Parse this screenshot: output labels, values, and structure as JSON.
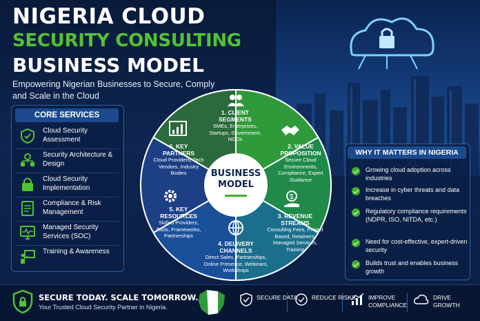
{
  "title": {
    "line1": "NIGERIA CLOUD",
    "line2": "SECURITY CONSULTING",
    "line3": "BUSINESS MODEL",
    "subtitle": "Empowering Nigerian Businesses to Secure, Comply and Scale in the Cloud"
  },
  "core_services": {
    "heading": "CORE SERVICES",
    "items": [
      {
        "label": "Cloud Security Assessment",
        "icon": "shield-check-icon"
      },
      {
        "label": "Security Architecture & Design",
        "icon": "architecture-icon"
      },
      {
        "label": "Cloud Security Implementation",
        "icon": "lock-icon"
      },
      {
        "label": "Compliance & Risk Management",
        "icon": "checklist-icon"
      },
      {
        "label": "Managed Security Services (SOC)",
        "icon": "monitor-pulse-icon"
      },
      {
        "label": "Training & Awareness",
        "icon": "presenter-icon"
      }
    ]
  },
  "wheel": {
    "center": "BUSINESS MODEL",
    "segments": [
      {
        "title": "1. CLIENT SEGMENTS",
        "desc": "SMEs, Enterprises, Startups, Government, NGOs",
        "icon": "people-icon",
        "color": "#2f9a3a"
      },
      {
        "title": "2. VALUE PROPOSITION",
        "desc": "Secure Cloud Environments, Compliance, Expert Guidance",
        "icon": "handshake-icon",
        "color": "#1f8a4a"
      },
      {
        "title": "3. REVENUE STREAMS",
        "desc": "Consulting Fees, Project Based, Retainers, Managed Services, Training",
        "icon": "money-hand-icon",
        "color": "#1b6f8c"
      },
      {
        "title": "4. DELIVERY CHANNELS",
        "desc": "Direct Sales, Partnerships, Online Presence, Webinars, Workshops",
        "icon": "globe-icon",
        "color": "#1a4f9a"
      },
      {
        "title": "5. KEY RESOURCES",
        "desc": "Skilled Providers, Tools, Frameworks, Partnerships",
        "icon": "gear-icon",
        "color": "#1d3f86"
      },
      {
        "title": "6. KEY PARTNERS",
        "desc": "Cloud Providers, Tech Vendors, Industry Bodies",
        "icon": "chart-icon",
        "color": "#2b6a3c"
      }
    ]
  },
  "why": {
    "heading": "WHY IT MATTERS IN NIGERIA",
    "items": [
      "Growing cloud adoption across industries",
      "Increase in cyber threats and data breaches",
      "Regulatory compliance requirements (NDPR, ISO, NITDA, etc.)",
      "Need for cost-effective, expert-driven security",
      "Builds trust and enables business growth"
    ]
  },
  "footer": {
    "tagline": "SECURE TODAY. SCALE TOMORROW.",
    "subline": "Your Trusted Cloud Security Partner in Nigeria.",
    "items": [
      {
        "label": "SECURE DATA",
        "icon": "shield-icon"
      },
      {
        "label": "REDUCE RISKS",
        "icon": "check-circle-icon"
      },
      {
        "label": "IMPROVE COMPLIANCE",
        "icon": "growth-chart-icon"
      },
      {
        "label": "DRIVE GROWTH",
        "icon": "cloud-icon"
      }
    ]
  },
  "colors": {
    "accent_green": "#52c234",
    "navy": "#0d2550",
    "panel_blue": "#1b4a8f"
  }
}
